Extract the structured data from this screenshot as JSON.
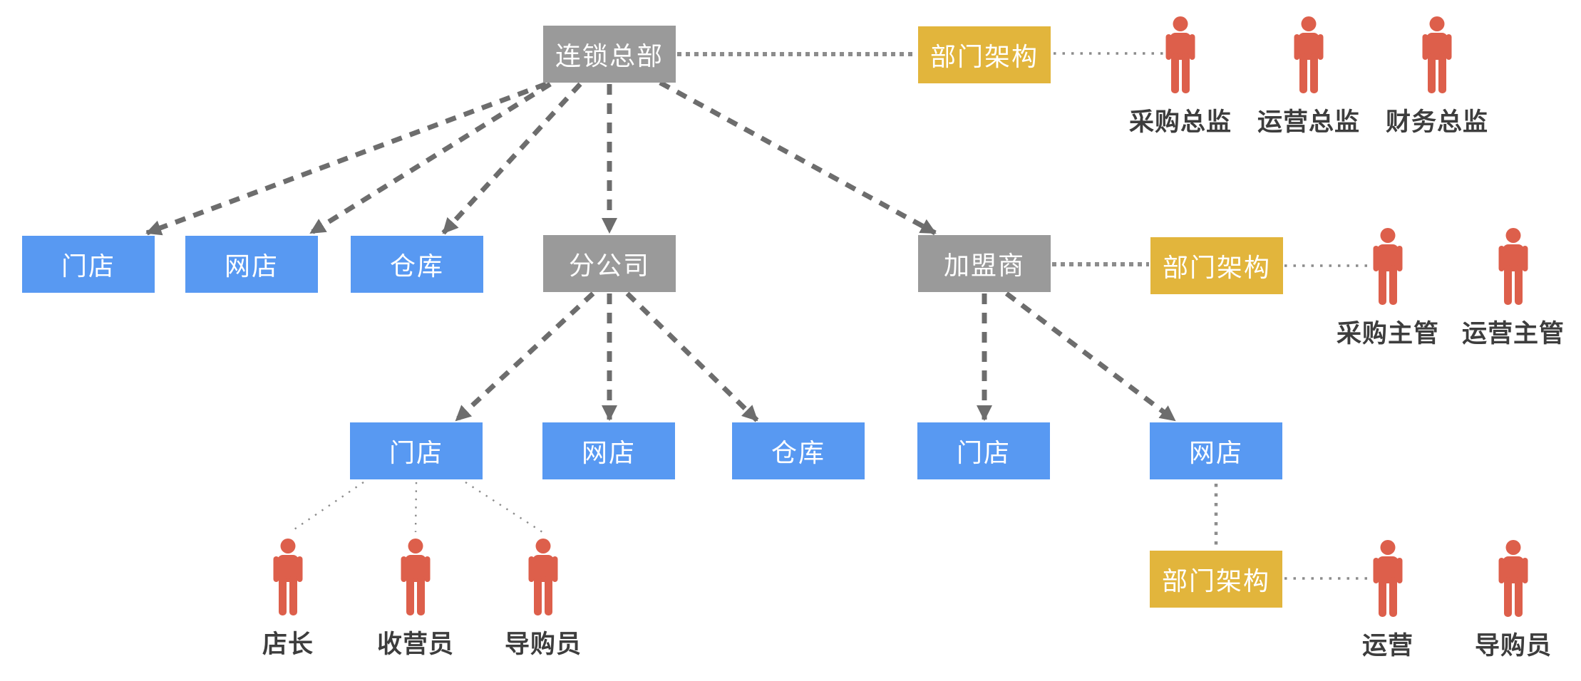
{
  "colors": {
    "gray_box": "#9a9a9a",
    "blue_box": "#5899f2",
    "yellow_box": "#e2b53c",
    "person": "#dd5f4b",
    "connector": "#6d6d6d",
    "dotted": "#8c8c8c",
    "label_text": "#3d3d3d",
    "box_text": "#ffffff"
  },
  "nodes": [
    {
      "id": "hq",
      "label": "连锁总部",
      "type": "gray"
    },
    {
      "id": "dept-top",
      "label": "部门架构",
      "type": "yellow"
    },
    {
      "id": "store-l1",
      "label": "门店",
      "type": "blue"
    },
    {
      "id": "online-l1",
      "label": "网店",
      "type": "blue"
    },
    {
      "id": "warehouse-l1",
      "label": "仓库",
      "type": "blue"
    },
    {
      "id": "branch",
      "label": "分公司",
      "type": "gray"
    },
    {
      "id": "franchisee",
      "label": "加盟商",
      "type": "gray"
    },
    {
      "id": "dept-mid",
      "label": "部门架构",
      "type": "yellow"
    },
    {
      "id": "store-l2-branch",
      "label": "门店",
      "type": "blue"
    },
    {
      "id": "online-l2-branch",
      "label": "网店",
      "type": "blue"
    },
    {
      "id": "warehouse-l2-branch",
      "label": "仓库",
      "type": "blue"
    },
    {
      "id": "store-l2-franchise",
      "label": "门店",
      "type": "blue"
    },
    {
      "id": "online-l2-franchise",
      "label": "网店",
      "type": "blue"
    },
    {
      "id": "dept-bottom",
      "label": "部门架构",
      "type": "yellow"
    }
  ],
  "persons": [
    {
      "id": "purchase-director",
      "label": "采购总监"
    },
    {
      "id": "operation-director",
      "label": "运营总监"
    },
    {
      "id": "finance-director",
      "label": "财务总监"
    },
    {
      "id": "purchase-manager",
      "label": "采购主管"
    },
    {
      "id": "operation-manager",
      "label": "运营主管"
    },
    {
      "id": "store-manager",
      "label": "店长"
    },
    {
      "id": "cashier",
      "label": "收营员"
    },
    {
      "id": "shopping-guide-1",
      "label": "导购员"
    },
    {
      "id": "operation-staff",
      "label": "运营"
    },
    {
      "id": "shopping-guide-2",
      "label": "导购员"
    }
  ],
  "edges": [
    {
      "from": "hq",
      "to": "store-l1",
      "style": "dashed-arrow"
    },
    {
      "from": "hq",
      "to": "online-l1",
      "style": "dashed-arrow"
    },
    {
      "from": "hq",
      "to": "warehouse-l1",
      "style": "dashed-arrow"
    },
    {
      "from": "hq",
      "to": "branch",
      "style": "dashed-arrow"
    },
    {
      "from": "hq",
      "to": "franchisee",
      "style": "dashed-arrow"
    },
    {
      "from": "hq",
      "to": "dept-top",
      "style": "dotted"
    },
    {
      "from": "dept-top",
      "to": "purchase-director",
      "style": "dotted"
    },
    {
      "from": "branch",
      "to": "store-l2-branch",
      "style": "dashed-arrow"
    },
    {
      "from": "branch",
      "to": "online-l2-branch",
      "style": "dashed-arrow"
    },
    {
      "from": "branch",
      "to": "warehouse-l2-branch",
      "style": "dashed-arrow"
    },
    {
      "from": "franchisee",
      "to": "store-l2-franchise",
      "style": "dashed-arrow"
    },
    {
      "from": "franchisee",
      "to": "online-l2-franchise",
      "style": "dashed-arrow"
    },
    {
      "from": "franchisee",
      "to": "dept-mid",
      "style": "dotted"
    },
    {
      "from": "dept-mid",
      "to": "purchase-manager",
      "style": "dotted"
    },
    {
      "from": "store-l2-branch",
      "to": "store-manager",
      "style": "thin-dotted"
    },
    {
      "from": "store-l2-branch",
      "to": "cashier",
      "style": "thin-dotted"
    },
    {
      "from": "store-l2-branch",
      "to": "shopping-guide-1",
      "style": "thin-dotted"
    },
    {
      "from": "online-l2-franchise",
      "to": "dept-bottom",
      "style": "dotted"
    },
    {
      "from": "dept-bottom",
      "to": "operation-staff",
      "style": "dotted"
    }
  ]
}
